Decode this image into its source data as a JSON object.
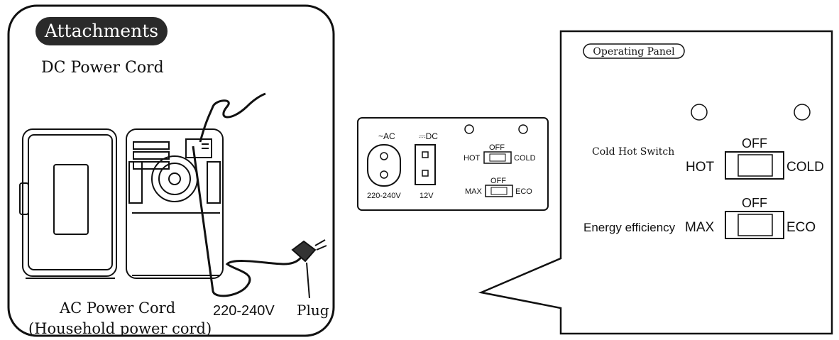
{
  "attachments": {
    "title": "Attachments",
    "dc_power_cord": "DC Power Cord",
    "ac_power_cord": "AC Power Cord",
    "household_note": "(Household power cord)",
    "voltage": "220-240V",
    "plug": "Plug"
  },
  "small_panel": {
    "ac_label": "~AC",
    "dc_label": "⎓DC",
    "ac_voltage": "220-240V",
    "dc_voltage": "12V",
    "switch1": {
      "left": "HOT",
      "top": "OFF",
      "right": "COLD"
    },
    "switch2": {
      "left": "MAX",
      "top": "OFF",
      "right": "ECO"
    }
  },
  "operating_panel": {
    "title": "Operating Panel",
    "cold_hot_label": "Cold Hot Switch",
    "switch1": {
      "left": "HOT",
      "top": "OFF",
      "right": "COLD"
    },
    "energy_label": "Energy efficiency",
    "switch2": {
      "left": "MAX",
      "top": "OFF",
      "right": "ECO"
    }
  }
}
